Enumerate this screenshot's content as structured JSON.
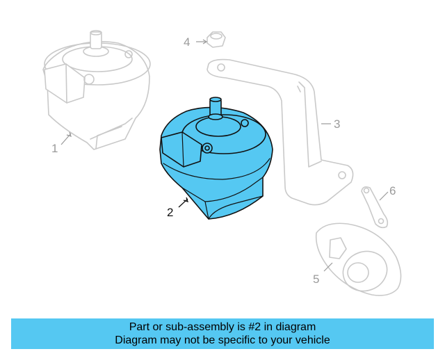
{
  "callouts": {
    "c1": "1",
    "c2": "2",
    "c3": "3",
    "c4": "4",
    "c5": "5",
    "c6": "6"
  },
  "banner": {
    "line1": "Part or sub-assembly is #2 in diagram",
    "line2": "Diagram may not be specific to your vehicle"
  },
  "colors": {
    "highlight": "#55c8f2",
    "ghost_lines": "#c9c9c9",
    "banner_background": "#55c8f2"
  }
}
